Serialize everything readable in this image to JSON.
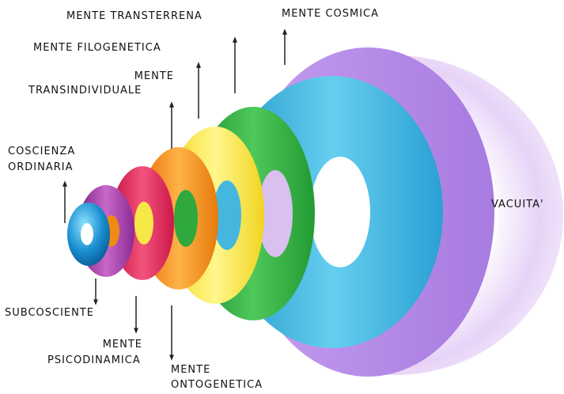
{
  "labels": {
    "mente_transterrena": "MENTE TRANSTERRENA",
    "mente_cosmica": "MENTE COSMICA",
    "mente_filogenetica": "MENTE FILOGENETICA",
    "mente_transindividuale_1": "MENTE",
    "mente_transindividuale_2": "TRANSINDIVIDUALE",
    "coscienza_ordinaria_1": "COSCIENZA",
    "coscienza_ordinaria_2": "ORDINARIA",
    "vacuita": "VACUITA'",
    "subcosciente": "SUBCOSCIENTE",
    "mente_psicodinamica_1": "MENTE",
    "mente_psicodinamica_2": "PSICODINAMICA",
    "mente_ontogenetica_1": "MENTE",
    "mente_ontogenetica_2": "ONTOGENETICA"
  },
  "rings": [
    {
      "name": "vacuita",
      "color": "#d8b8f0"
    },
    {
      "name": "mente-cosmica",
      "color": "#b38ae6"
    },
    {
      "name": "mente-transterrena",
      "color": "#3fb3dd"
    },
    {
      "name": "mente-filogenetica",
      "color": "#2fae3e"
    },
    {
      "name": "mente-transindividuale",
      "color": "#f7e84a"
    },
    {
      "name": "mente-ontogenetica",
      "color": "#f08a16"
    },
    {
      "name": "mente-psicodinamica",
      "color": "#e2275a"
    },
    {
      "name": "subcosciente",
      "color": "#a43aa8"
    },
    {
      "name": "coscienza-ordinaria",
      "color": "#1a8fd0"
    }
  ]
}
